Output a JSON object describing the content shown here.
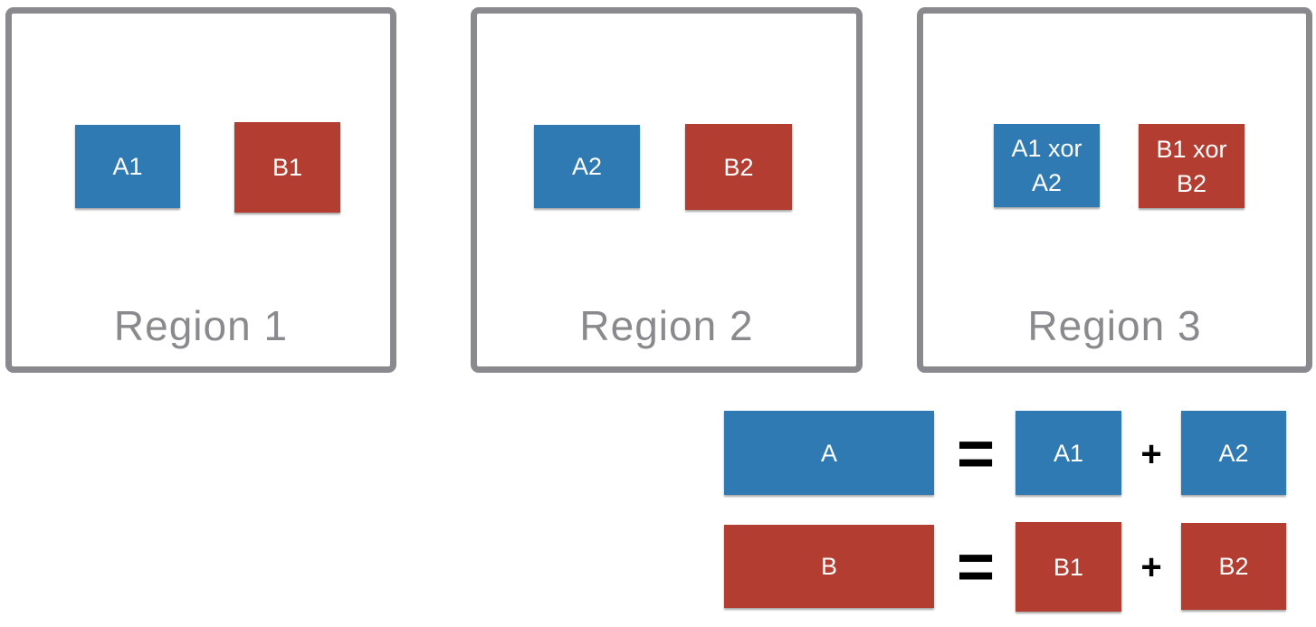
{
  "regions": [
    {
      "label": "Region 1",
      "blue": "A1",
      "red": "B1"
    },
    {
      "label": "Region 2",
      "blue": "A2",
      "red": "B2"
    },
    {
      "label": "Region 3",
      "blue": "A1 xor A2",
      "red": "B1 xor B2"
    }
  ],
  "equations": {
    "a": {
      "lhs": "A",
      "op1": "=",
      "term1": "A1",
      "op2": "+",
      "term2": "A2"
    },
    "b": {
      "lhs": "B",
      "op1": "=",
      "term1": "B1",
      "op2": "+",
      "term2": "B2"
    }
  },
  "colors": {
    "blue": "#2f7ab3",
    "red": "#b43d31",
    "frame": "#8a8a8e"
  }
}
